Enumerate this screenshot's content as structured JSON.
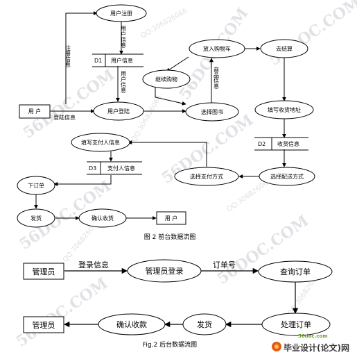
{
  "front": {
    "caption": "图 2  前台数据流图",
    "nodes": {
      "register": "用户注册",
      "login": "用户登陆",
      "cart": "放入购物车",
      "continue": "继续购物",
      "checkout": "去结算",
      "select_goods": "选择图书",
      "address": "填写收货地址",
      "pay_method": "选择支付方式",
      "delivery": "选择配送方式",
      "payer": "填写支付人信息",
      "order": "下订单",
      "ship": "发货",
      "confirm": "确认收货",
      "user_in": "用 户",
      "user_out": "用 户"
    },
    "stores": {
      "d1_id": "D1",
      "d1_name": "用户信息",
      "d2_id": "D2",
      "d2_name": "收货信息",
      "d3_id": "D3",
      "d3_name": "支付人信息"
    },
    "flows": {
      "reg_info": "注册信息",
      "user_info_1": "用户信息",
      "user_info_2": "用户信息",
      "login_info": "登陆信息",
      "goods_info": "商品信息"
    }
  },
  "back": {
    "caption": "Fig.2  后台数据流图",
    "nodes": {
      "admin_in": "管理员",
      "admin_login": "管理员登录",
      "query_order": "查询订单",
      "process_order": "处理订单",
      "ship": "发货",
      "confirm": "确认收款",
      "admin_out": "管理员"
    },
    "flows": {
      "login_info": "登录信息",
      "order_no": "订单号"
    }
  },
  "watermarks": {
    "site": "56DOC.COM",
    "qq": "QQ:306826066",
    "brand_domain": "56doc.com",
    "brand": "毕业设计(论文)网"
  }
}
